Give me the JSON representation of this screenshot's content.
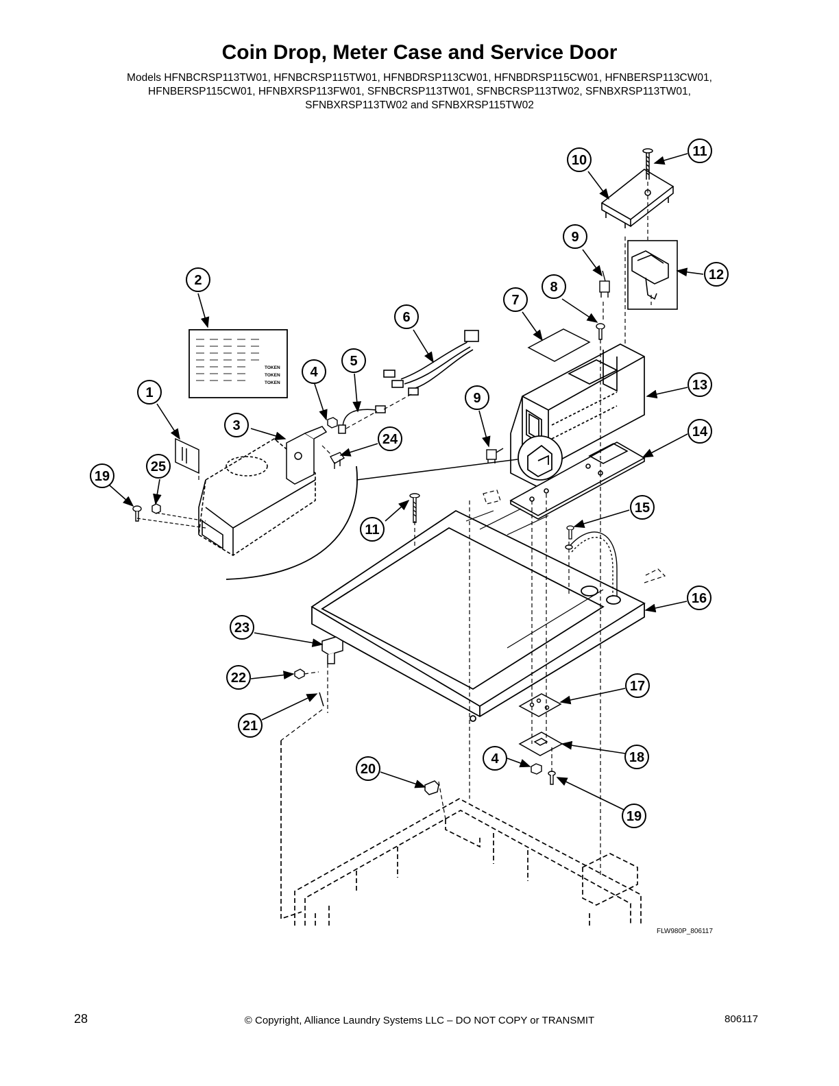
{
  "title": "Coin Drop, Meter Case and Service Door",
  "models_lines": [
    "Models HFNBCRSP113TW01, HFNBCRSP115TW01, HFNBDRSP113CW01, HFNBDRSP115CW01, HFNBERSP113CW01,",
    "HFNBERSP115CW01, HFNBXRSP113FW01, SFNBCRSP113TW01, SFNBCRSP113TW02, SFNBXRSP113TW01,",
    "SFNBXRSP113TW02 and SFNBXRSP115TW02"
  ],
  "callouts": [
    {
      "id": "c10",
      "label": "10"
    },
    {
      "id": "c11a",
      "label": "11"
    },
    {
      "id": "c9a",
      "label": "9"
    },
    {
      "id": "c12",
      "label": "12"
    },
    {
      "id": "c2",
      "label": "2"
    },
    {
      "id": "c8",
      "label": "8"
    },
    {
      "id": "c7",
      "label": "7"
    },
    {
      "id": "c6",
      "label": "6"
    },
    {
      "id": "c5",
      "label": "5"
    },
    {
      "id": "c4a",
      "label": "4"
    },
    {
      "id": "c1",
      "label": "1"
    },
    {
      "id": "c9b",
      "label": "9"
    },
    {
      "id": "c13",
      "label": "13"
    },
    {
      "id": "c3",
      "label": "3"
    },
    {
      "id": "c24",
      "label": "24"
    },
    {
      "id": "c14",
      "label": "14"
    },
    {
      "id": "c25",
      "label": "25"
    },
    {
      "id": "c19a",
      "label": "19"
    },
    {
      "id": "c15",
      "label": "15"
    },
    {
      "id": "c11b",
      "label": "11"
    },
    {
      "id": "c16",
      "label": "16"
    },
    {
      "id": "c23",
      "label": "23"
    },
    {
      "id": "c22",
      "label": "22"
    },
    {
      "id": "c17",
      "label": "17"
    },
    {
      "id": "c21",
      "label": "21"
    },
    {
      "id": "c18",
      "label": "18"
    },
    {
      "id": "c4b",
      "label": "4"
    },
    {
      "id": "c20",
      "label": "20"
    },
    {
      "id": "c19b",
      "label": "19"
    }
  ],
  "decal_token_label": "TOKEN",
  "figure_code": "FLW980P_806117",
  "footer": {
    "page_number": "28",
    "copyright": "© Copyright, Alliance Laundry Systems LLC – DO NOT COPY or TRANSMIT",
    "doc_number": "806117"
  }
}
